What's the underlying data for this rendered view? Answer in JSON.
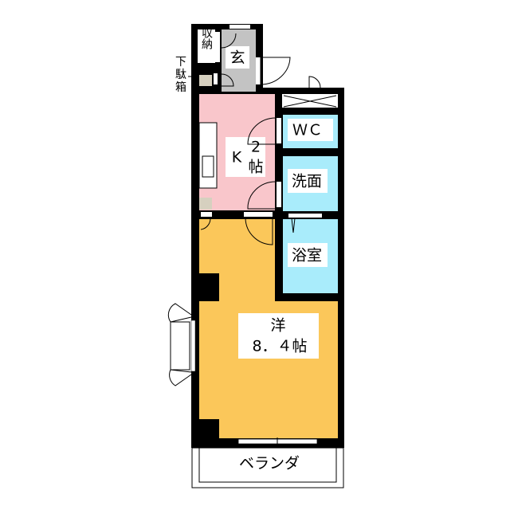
{
  "rooms": {
    "storage": "収納",
    "entrance": "玄",
    "shoe_box": [
      "下",
      "駄",
      "箱"
    ],
    "kitchen": {
      "letter": "K",
      "size": "2",
      "unit": "帖"
    },
    "wc": "ＷＣ",
    "washroom": "洗面",
    "bathroom": "浴室",
    "western_room": {
      "name": "洋",
      "size": "8．４帖"
    },
    "balcony": "ベランダ"
  },
  "colors": {
    "kitchen": "#f9c6cb",
    "wet_area": "#a9ecfb",
    "western": "#fbc75a",
    "entrance": "#c3c3c3",
    "shoe_box": "#d6d0bf",
    "wall": "#000000"
  }
}
